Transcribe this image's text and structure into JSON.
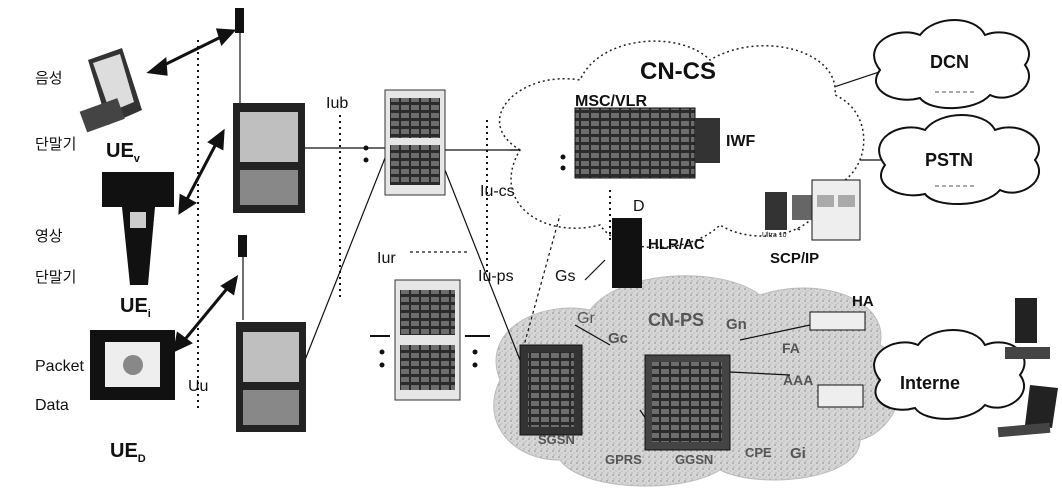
{
  "terminals": {
    "voice": {
      "label_line1": "음성",
      "label_line2": "단말기",
      "ue_main": "UE",
      "ue_sub": "v"
    },
    "video": {
      "label_line1": "영상",
      "label_line2": "단말기",
      "ue_main": "UE",
      "ue_sub": "i"
    },
    "packet": {
      "label_line1": "Packet",
      "label_line2": "Data",
      "ue_main": "UE",
      "ue_sub": "D"
    }
  },
  "interfaces": {
    "uu": "Uu",
    "iub": "Iub",
    "iur": "Iur",
    "iu_cs": "Iu-cs",
    "iu_ps": "Iu-ps",
    "gs": "Gs",
    "d": "D",
    "gr": "Gr",
    "gc": "Gc",
    "gn": "Gn",
    "gi": "Gi"
  },
  "core_cs": {
    "title": "CN-CS",
    "msc": "MSC/VLR",
    "iwf": "IWF",
    "hlr": "HLR/AC",
    "scp": "SCP/IP",
    "scp_small_text": "Ultra 10"
  },
  "core_ps": {
    "title": "CN-PS",
    "ha": "HA",
    "fa": "FA",
    "aaa": "AAA",
    "sgsn": "SGSN",
    "ggsn": "GGSN",
    "cpe": "CPE",
    "gprs": "GPRS"
  },
  "external": {
    "dcn": "DCN",
    "pstn": "PSTN",
    "internet": "Interne"
  }
}
